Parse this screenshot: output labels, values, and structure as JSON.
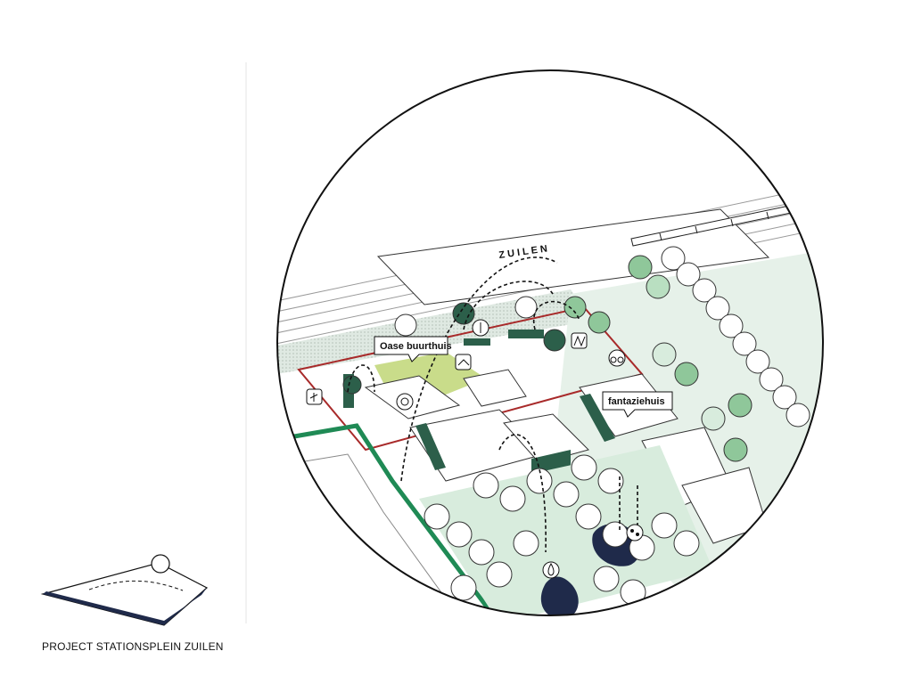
{
  "labels": {
    "station": "ZUILEN",
    "oase": "Oase buurthuis",
    "fantasie": "fantaziehuis"
  },
  "caption": "PROJECT STATIONSPLEIN ZUILEN",
  "colors": {
    "dark_green": "#2c5f4a",
    "mid_green": "#8fc79a",
    "light_green": "#d8ecdd",
    "lime": "#c9dc8a",
    "accent_green": "#1f8a55",
    "boundary_red": "#a82a2a",
    "water": "#1f2a4a",
    "outline": "#000000"
  },
  "icons": [
    "tree-icon",
    "leaf-icon",
    "bird-icon",
    "bicycle-icon",
    "cow-icon",
    "water-drop-icon",
    "insect-icon",
    "recycle-icon",
    "plant-icon"
  ]
}
